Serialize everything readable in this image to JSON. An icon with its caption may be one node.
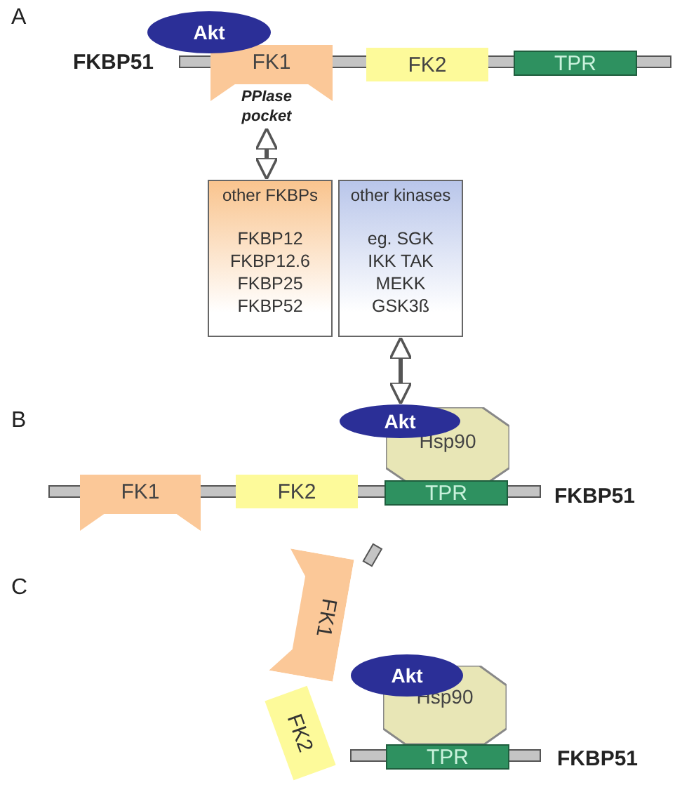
{
  "diagram": {
    "nodes": [
      {
        "text": [
          "Akt"
        ]
      },
      {
        "text": [
          "FK1"
        ]
      },
      {
        "text": [
          "PPIase pocket"
        ]
      },
      {
        "text": [
          "FK2"
        ]
      },
      {
        "text": [
          "TPR"
        ]
      },
      {
        "text": [
          "other FKBPs",
          "FKBP12 FKBP12.6 FKBP25 FKBP52"
        ]
      },
      {
        "text": [
          "other kinases",
          "eg. SGK IKK TAK MEKK GSK3ß"
        ]
      },
      {
        "text": [
          "Akt"
        ]
      },
      {
        "text": [
          "Hsp90"
        ]
      },
      {
        "text": [
          "FK1"
        ]
      },
      {
        "text": [
          "FK2"
        ]
      },
      {
        "text": [
          "TPR"
        ]
      },
      {
        "text": [
          "FK1"
        ]
      },
      {
        "text": [
          "FK2"
        ]
      },
      {
        "text": [
          "Akt"
        ]
      },
      {
        "text": [
          "Hsp90"
        ]
      },
      {
        "text": [
          "TPR"
        ]
      }
    ],
    "edges": [
      {
        "from": 2,
        "to": 5,
        "arrow": "both"
      },
      {
        "from": 6,
        "to": 7,
        "arrow": "both"
      }
    ],
    "labels": [
      "A",
      "FKBP51",
      "B",
      "FKBP51",
      "C",
      "FKBP51"
    ]
  }
}
